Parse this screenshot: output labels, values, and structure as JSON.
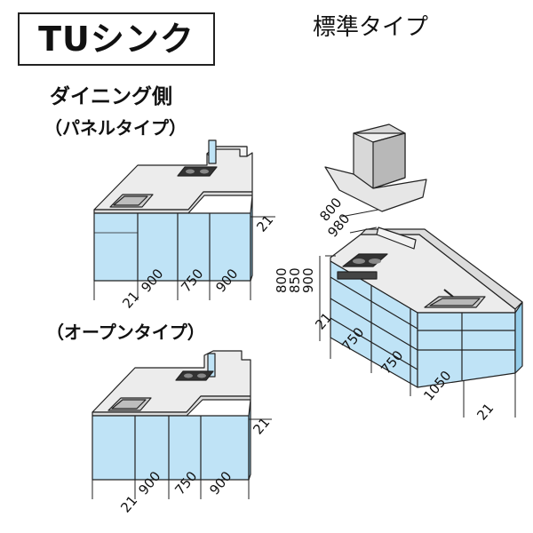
{
  "title": "TUシンク",
  "standard_type_label": "標準タイプ",
  "dining_side_label": "ダイニング側",
  "panel_type_label": "（パネルタイプ）",
  "open_type_label": "（オープンタイプ）",
  "panel_dimensions": [
    "21",
    "900",
    "750",
    "900",
    "21"
  ],
  "open_dimensions": [
    "21",
    "900",
    "750",
    "900",
    "21"
  ],
  "standard_depths": [
    "800",
    "980"
  ],
  "standard_heights": [
    "800",
    "850",
    "900"
  ],
  "standard_widths": [
    "21",
    "750",
    "750",
    "1050",
    "21"
  ],
  "colors": {
    "cabinet_face": "#bfe3f6",
    "cabinet_side": "#94cdea",
    "counter": "#ececec",
    "line": "#222222"
  }
}
